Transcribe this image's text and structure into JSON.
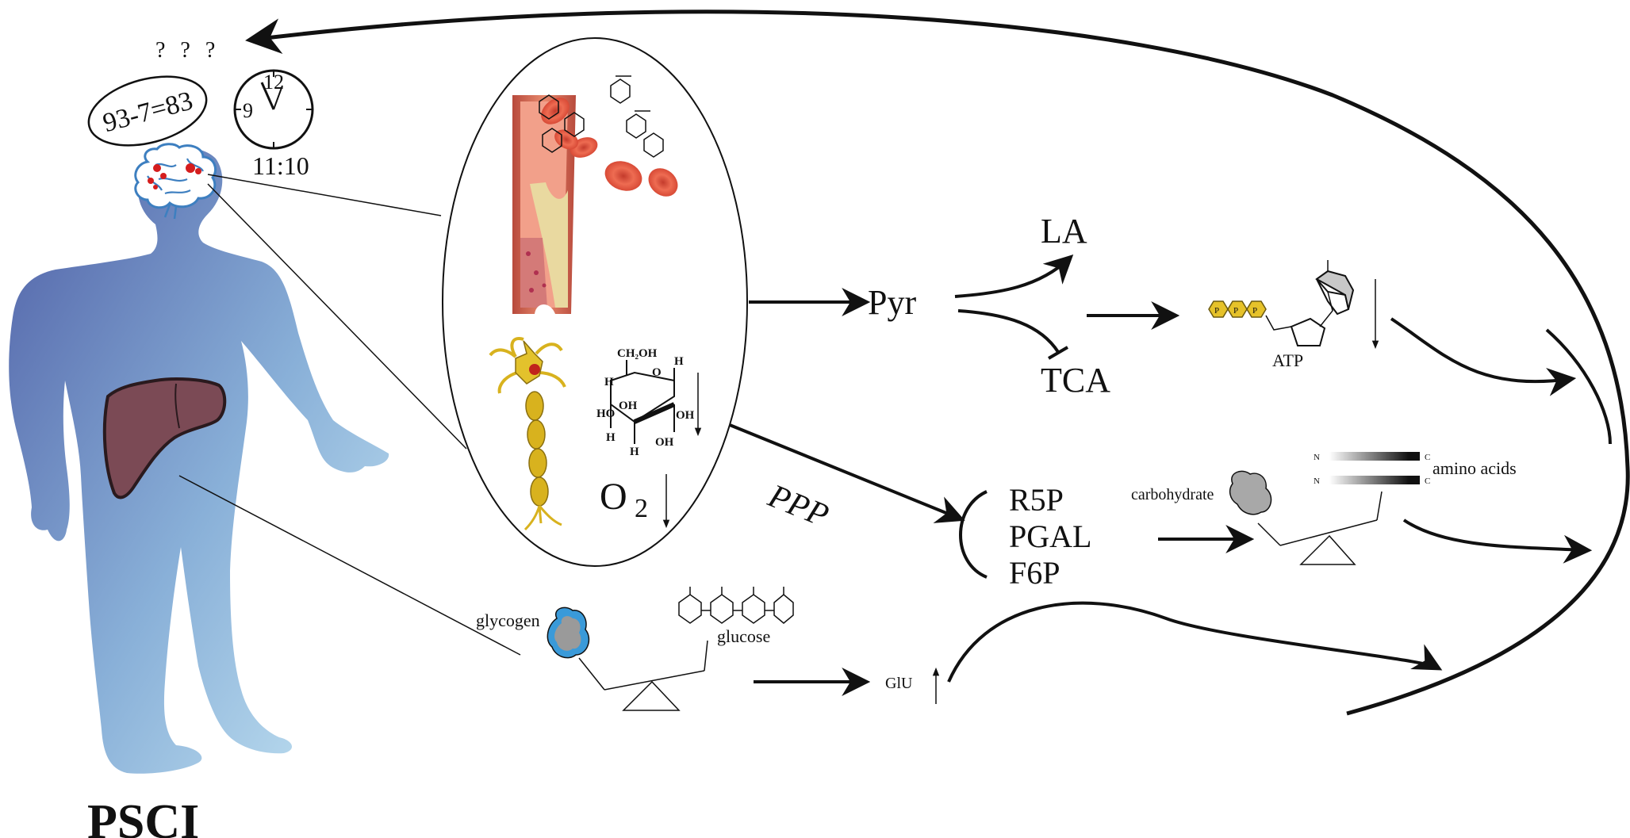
{
  "title": "PSCI",
  "cognition": {
    "question_marks": "? ? ?",
    "math_task": "93-7=83",
    "clock_twelve": "12",
    "clock_nine": "9",
    "clock_time": "11:10"
  },
  "oxygen": "O",
  "oxygen_subscript": "2",
  "metabolites": {
    "pyruvate": "Pyr",
    "lactate": "LA",
    "tca": "TCA",
    "ppp": "PPP",
    "r5p": "R5P",
    "pgal": "PGAL",
    "f6p": "F6P",
    "atp": "ATP",
    "atp_phosphate": "P"
  },
  "balance_labels": {
    "carbohydrate": "carbohydrate",
    "amino_acids": "amino acids",
    "glycogen": "glycogen",
    "glucose": "glucose",
    "glu": "GlU",
    "n_terminus": "N",
    "c_terminus": "C"
  },
  "glucose_structure": {
    "ch2oh": "CH₂OH",
    "oxygen": "O",
    "hydrogen": "H",
    "hydroxyl": "OH",
    "hydroxyl_left": "HO"
  },
  "colors": {
    "body_top": "#5b6fb0",
    "body_bottom": "#b8dcef",
    "liver": "#7b4a55",
    "vessel": "#d9604a",
    "rbc": "#e8604a",
    "neuron": "#d8b21e",
    "glycogen_blue": "#3a9ad9",
    "phosphate": "#e6c22a"
  }
}
